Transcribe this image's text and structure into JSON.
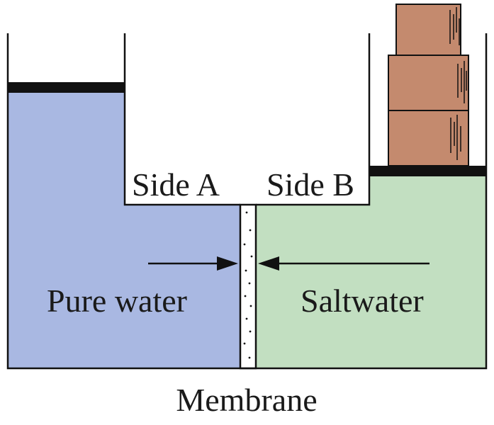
{
  "labels": {
    "side_a": "Side A",
    "side_b": "Side B",
    "pure_water": "Pure water",
    "saltwater": "Saltwater",
    "membrane": "Membrane"
  },
  "colors": {
    "pure_water": "#a9b8e2",
    "saltwater": "#c2dfc1",
    "weights": "#c48a6e",
    "piston": "#111111",
    "outline": "#111111"
  }
}
